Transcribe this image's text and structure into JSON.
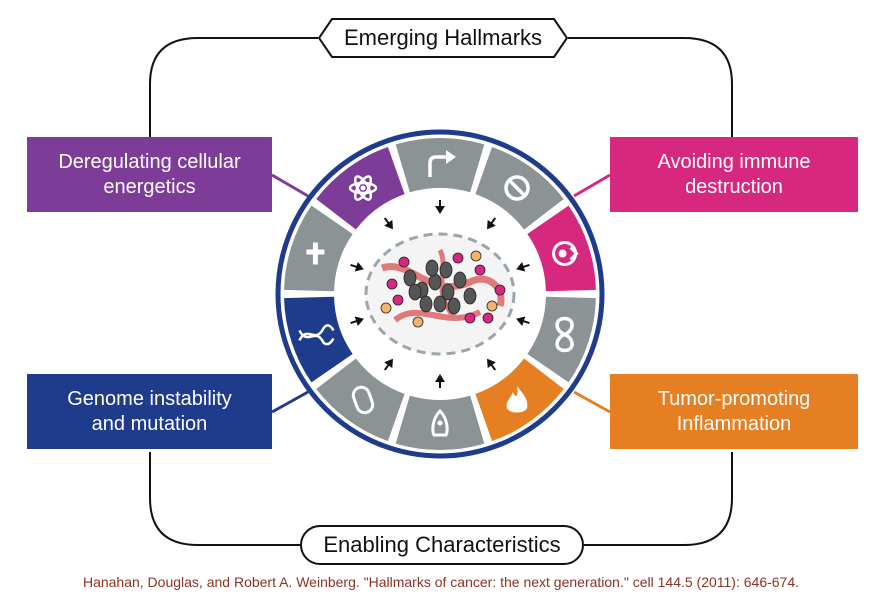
{
  "title_top": "Emerging Hallmarks",
  "title_bottom": "Enabling Characteristics",
  "boxes": {
    "energetics": {
      "line1": "Deregulating cellular",
      "line2": "energetics",
      "color": "#7d3c98"
    },
    "immune": {
      "line1": "Avoiding immune",
      "line2": "destruction",
      "color": "#d6287e"
    },
    "genome": {
      "line1": "Genome instability",
      "line2": "and mutation",
      "color": "#1f3b8c"
    },
    "inflammation": {
      "line1": "Tumor-promoting",
      "line2": "Inflammation",
      "color": "#e67e22"
    }
  },
  "wheel": {
    "ring_color": "#1f3b8c",
    "segment_gray": "#8c9394",
    "segments": [
      {
        "icon": "arrow-up-right-icon",
        "color": "#8c9394"
      },
      {
        "icon": "no-entry-icon",
        "color": "#8c9394"
      },
      {
        "icon": "immune-cell-icon",
        "color": "#d6287e"
      },
      {
        "icon": "infinity-icon",
        "color": "#8c9394"
      },
      {
        "icon": "flame-icon",
        "color": "#e67e22"
      },
      {
        "icon": "rocket-icon",
        "color": "#8c9394"
      },
      {
        "icon": "blood-vessel-icon",
        "color": "#8c9394"
      },
      {
        "icon": "dna-icon",
        "color": "#1f3b8c"
      },
      {
        "icon": "cross-icon",
        "color": "#8c9394"
      },
      {
        "icon": "atom-icon",
        "color": "#7d3c98"
      }
    ]
  },
  "citation": "Hanahan, Douglas, and Robert A. Weinberg. \"Hallmarks of cancer: the next generation.\" cell 144.5 (2011): 646-674."
}
